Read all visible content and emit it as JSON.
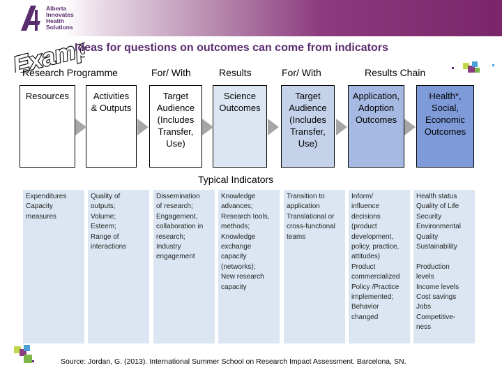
{
  "logo": {
    "text": "Alberta\nInnovates\nHealth\nSolutions",
    "mark": "aihs-logo-mark"
  },
  "example_stamp": "Example",
  "title": "Ideas for questions on outcomes can come from indicators",
  "chain_labels": {
    "research_programme": "Research Programme",
    "for_with_1": "For/ With",
    "results": "Results",
    "for_with_2": "For/ With",
    "results_chain": "Results Chain"
  },
  "boxes": [
    {
      "text": "Resources",
      "color": "#ffffff"
    },
    {
      "text": "Activities\n& Outputs",
      "color": "#ffffff"
    },
    {
      "text": "Target\nAudience\n(Includes\nTransfer,\nUse)",
      "color": "#ffffff"
    },
    {
      "text": "Science\nOutcomes",
      "color": "#dce6f2"
    },
    {
      "text": "Target\nAudience\n(Includes\nTransfer,\nUse)",
      "color": "#c5d3ea"
    },
    {
      "text": "Application,\nAdoption\nOutcomes",
      "color": "#a5b9e2"
    },
    {
      "text": "Health*,\nSocial,\nEconomic\nOutcomes",
      "color": "#7e9ad8"
    }
  ],
  "typical_indicators_label": "Typical Indicators",
  "indicators": [
    "Expenditures\nCapacity\nmeasures",
    "Quality of\noutputs;\nVolume;\nEsteem;\nRange of\ninteractions",
    "Dissemination\nof research;\nEngagement,\ncollaboration in\nresearch;\nIndustry\nengagement",
    "Knowledge\nadvances;\nResearch tools,\nmethods;\nKnowledge\nexchange\ncapacity\n(networks);\nNew research\ncapacity",
    "Transition to\napplication\nTranslational or\ncross-functional\nteams",
    "Inform/\ninfluence\ndecisions\n(product\ndevelopment,\npolicy, practice,\nattitudes)\nProduct\ncommercialized\nPolicy /Practice\nimplemented;\nBehavior\nchanged",
    "Health status\nQuality of Life\nSecurity\nEnvironmental\nQuality\nSustainability\n\nProduction\nlevels\nIncome levels\nCost savings\nJobs\nCompetitive-\nness"
  ],
  "source": "Source: Jordan, G. (2013). International Summer School on Research Impact Assessment. Barcelona, SN.",
  "colors": {
    "header_purple": "#7a2569",
    "title_purple": "#5a2d6e",
    "indicator_bg": "#dce6f2",
    "box_border": "#000000"
  }
}
